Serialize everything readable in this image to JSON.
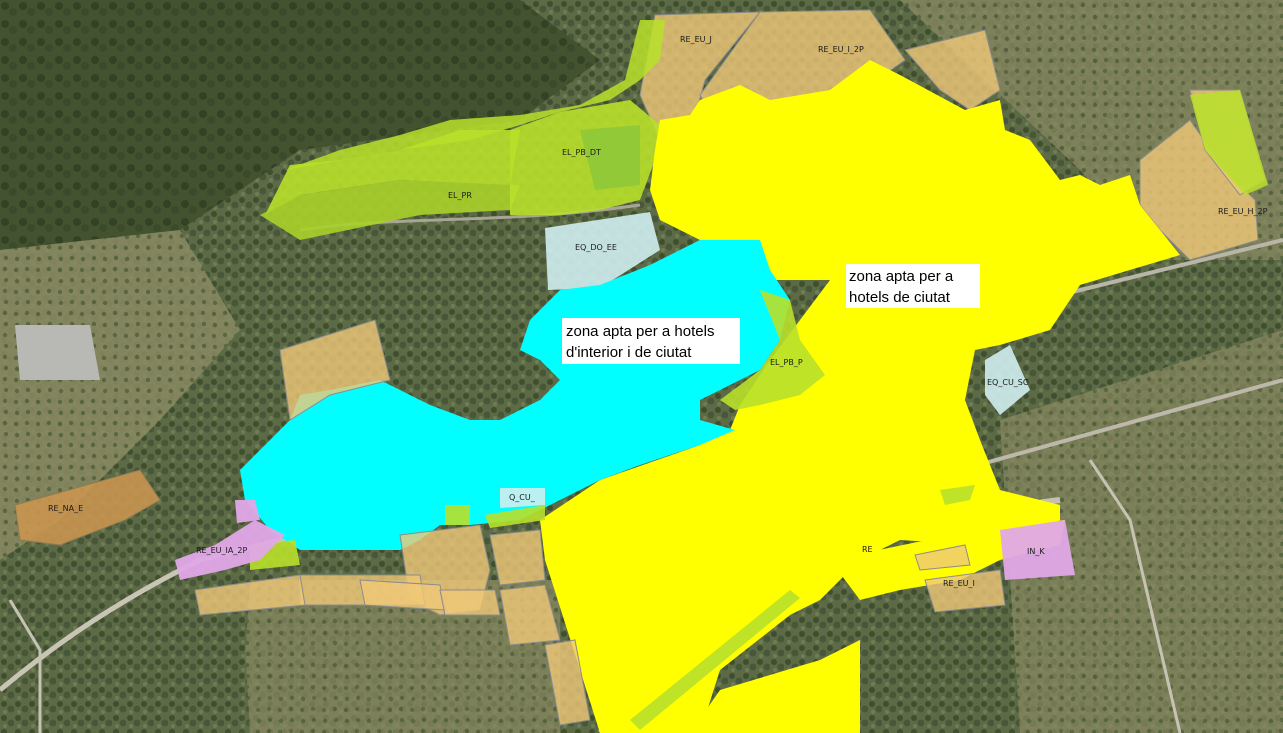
{
  "colors": {
    "hotel_city_zone": "#ffff00",
    "hotel_interior_zone": "#00ffff",
    "green_zone": "#b8e02a",
    "residential_zone": "#f0c878",
    "equipment_zone": "#cfeef0",
    "industrial_zone": "#e0a8e8",
    "urban_zone_brown": "#c99550",
    "aerial_background": "#5f6e47"
  },
  "callouts": {
    "city_hotels_line1": "zona apta per a",
    "city_hotels_line2": "hotels de ciutat",
    "interior_hotels_line1": "zona apta per a hotels",
    "interior_hotels_line2": "d'interior i de ciutat"
  },
  "zone_labels": {
    "re_eu_j": "RE_EU_J",
    "re_eu_i_2p_top": "RE_EU_I_2P",
    "el_pb_dt": "EL_PB_DT",
    "el_pr": "EL_PR",
    "eq_do_ee": "EQ_DO_EE",
    "re_eu_h_2p": "RE_EU_H_2P",
    "el_pb_p": "EL_PB_P",
    "eq_cu_sc": "EQ_CU_SC",
    "re_na_e": "RE_NA_E",
    "re_eu_ia_2p": "RE_EU_IA_2P",
    "eq_cu": "Q_CU_",
    "re_mid": "RE",
    "in_k": "IN_K",
    "re_eu_i": "RE_EU_I"
  }
}
